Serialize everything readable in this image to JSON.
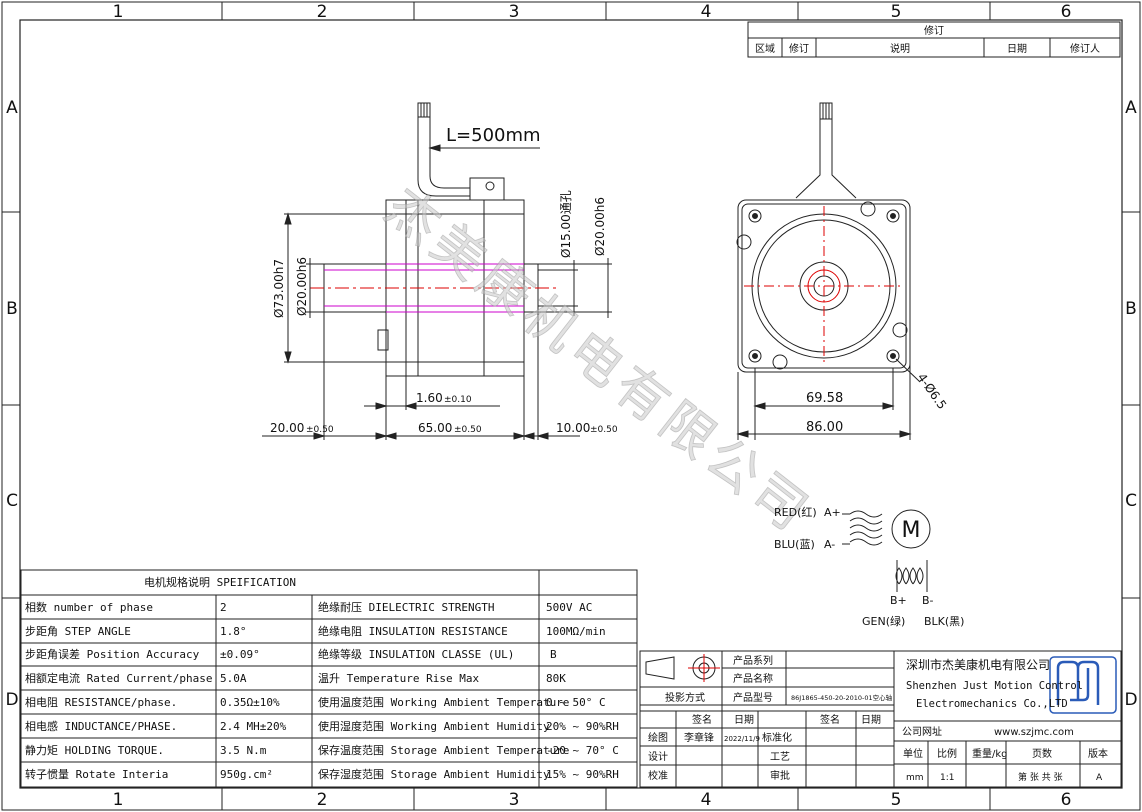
{
  "frame": {
    "cols": [
      "1",
      "2",
      "3",
      "4",
      "5",
      "6"
    ],
    "rows": [
      "A",
      "B",
      "C",
      "D"
    ]
  },
  "revision": {
    "title": "修订",
    "headers": [
      "区域",
      "修订",
      "说明",
      "日期",
      "修订人"
    ]
  },
  "side_view": {
    "cable_label": "L=500mm",
    "dims": {
      "d_outer": "Ø73.00h7",
      "d_shaft": "Ø20.00h6",
      "d_hole": "Ø15.00通孔",
      "d_shaft_right": "Ø20.00h6",
      "flange": "1.60",
      "flange_tol": "±0.10",
      "shaft_left": "20.00",
      "shaft_left_tol": "±0.50",
      "body": "65.00",
      "body_tol": "±0.50",
      "shaft_right": "10.00",
      "shaft_right_tol": "±0.50"
    }
  },
  "front_view": {
    "hole_label": "4-Ø6.5",
    "dim_bolt": "69.58",
    "dim_square": "86.00"
  },
  "wiring": {
    "red": "RED(红)",
    "blu": "BLU(蓝)",
    "a_plus": "A+",
    "a_minus": "A-",
    "motor": "M",
    "b_plus": "B+",
    "b_minus": "B-",
    "gen": "GEN(绿)",
    "blk": "BLK(黑)"
  },
  "watermark": "杰美康机电有限公司",
  "spec": {
    "title": "电机规格说明 SPEIFICATION",
    "rows": [
      {
        "k1": "相数 number of phase",
        "v1": "2",
        "k2": "绝缘耐压 DIELECTRIC STRENGTH",
        "v2": "500V AC"
      },
      {
        "k1": "步距角 STEP ANGLE",
        "v1": "1.8°",
        "k2": "绝缘电阻 INSULATION RESISTANCE",
        "v2": "100MΩ/min"
      },
      {
        "k1": "步距角误差 Position Accuracy",
        "v1": "±0.09°",
        "k2": "绝缘等级 INSULATION CLASSE (UL)",
        "v2": "B"
      },
      {
        "k1": "相额定电流 Rated Current/phase",
        "v1": "5.0A",
        "k2": "温升 Temperature Rise Max",
        "v2": "80K"
      },
      {
        "k1": "相电阻 RESISTANCE/phase.",
        "v1": "0.35Ω±10%",
        "k2": "使用温度范围 Working Ambient Temperature",
        "v2": "0 ~ 50° C"
      },
      {
        "k1": "相电感 INDUCTANCE/PHASE.",
        "v1": "2.4 MH±20%",
        "k2": "使用湿度范围 Working Ambient Humidity",
        "v2": "20% ~ 90%RH"
      },
      {
        "k1": "静力矩 HOLDING TORQUE.",
        "v1": "3.5 N.m",
        "k2": "保存温度范围 Storage Ambient Temperature",
        "v2": "-20 ~ 70° C"
      },
      {
        "k1": "转子惯量 Rotate Interia",
        "v1": "950g.cm²",
        "k2": "保存湿度范围 Storage Ambient Humidity",
        "v2": "15% ~ 90%RH"
      }
    ]
  },
  "title_block": {
    "projection": "投影方式",
    "series_label": "产品系列",
    "name_label": "产品名称",
    "model_label": "产品型号",
    "model_value": "86J1865-450-20-2010-01空心轴",
    "sign_label": "签名",
    "date_label": "日期",
    "draw_label": "绘图",
    "drawer": "李章锋",
    "draw_date": "2022/11/9",
    "standard": "标准化",
    "design": "设计",
    "craft": "工艺",
    "check": "校准",
    "approve": "审批",
    "company_cn": "深圳市杰美康机电有限公司",
    "company_en1": "Shenzhen Just Motion Control",
    "company_en2": "Electromechanics Co.,LTD",
    "site_label": "公司网址",
    "site": "www.szjmc.com",
    "unit_label": "单位",
    "scale_label": "比例",
    "weight_label": "重量/kg",
    "pages_label": "页数",
    "version_label": "版本",
    "unit": "mm",
    "scale": "1:1",
    "pages": "第 张 共 张",
    "version": "A"
  }
}
